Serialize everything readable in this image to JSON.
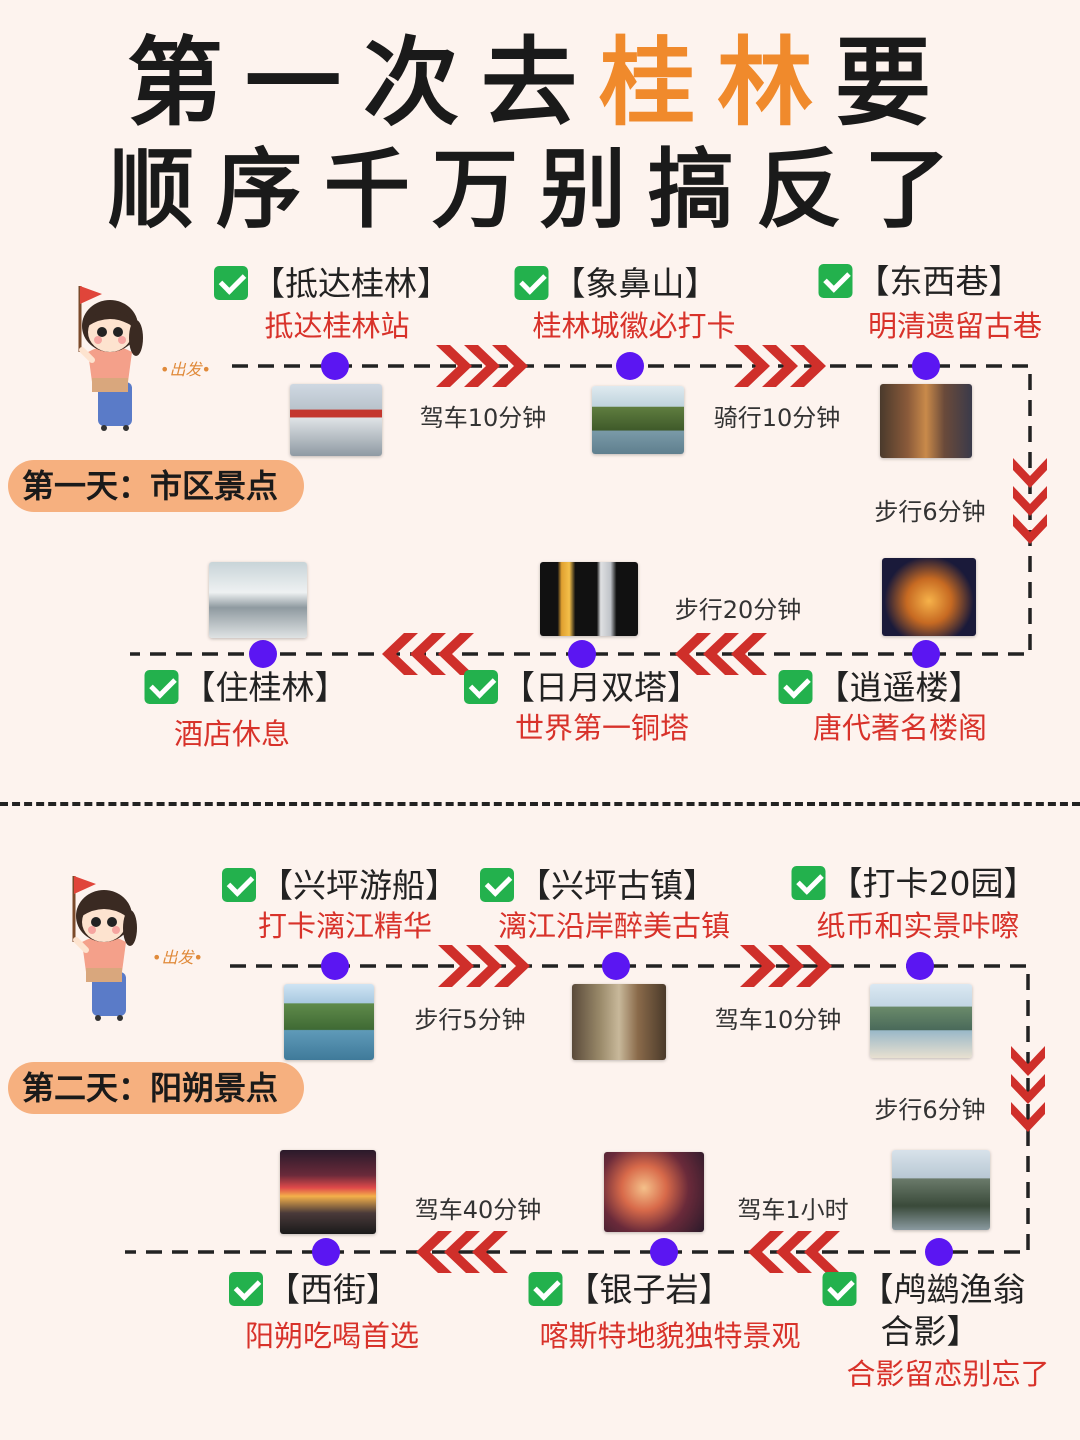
{
  "title": {
    "line1_pre": "第一次去",
    "line1_highlight": "桂林",
    "line1_post": "要",
    "line2": "顺序千万别搞反了"
  },
  "colors": {
    "accent": "#f08a2c",
    "check": "#23b14d",
    "desc": "#d8322a",
    "dot": "#5b16f2",
    "arrow": "#cf2f2a",
    "label_bg": "#f6b07f"
  },
  "go_text": "出发",
  "day1": {
    "label": "第一天：市区景点",
    "stops": [
      {
        "name": "【抵达桂林】",
        "desc": "抵达桂林站"
      },
      {
        "name": "【象鼻山】",
        "desc": "桂林城徽必打卡"
      },
      {
        "name": "【东西巷】",
        "desc": "明清遗留古巷"
      },
      {
        "name": "【逍遥楼】",
        "desc": "唐代著名楼阁"
      },
      {
        "name": "【日月双塔】",
        "desc": "世界第一铜塔"
      },
      {
        "name": "【住桂林】",
        "desc": "酒店休息"
      }
    ],
    "segments": [
      "驾车10分钟",
      "骑行10分钟",
      "步行6分钟",
      "步行20分钟"
    ]
  },
  "day2": {
    "label": "第二天：阳朔景点",
    "stops": [
      {
        "name": "【兴坪游船】",
        "desc": "打卡漓江精华"
      },
      {
        "name": "【兴坪古镇】",
        "desc": "漓江沿岸醉美古镇"
      },
      {
        "name": "【打卡20园】",
        "desc": "纸币和实景咔嚓"
      },
      {
        "name": "【鸬鹚渔翁",
        "name2": "合影】",
        "desc": "合影留恋别忘了"
      },
      {
        "name": "【银子岩】",
        "desc": "喀斯特地貌独特景观"
      },
      {
        "name": "【西街】",
        "desc": "阳朔吃喝首选"
      }
    ],
    "segments": [
      "步行5分钟",
      "驾车10分钟",
      "步行6分钟",
      "驾车1小时",
      "驾车40分钟"
    ]
  }
}
